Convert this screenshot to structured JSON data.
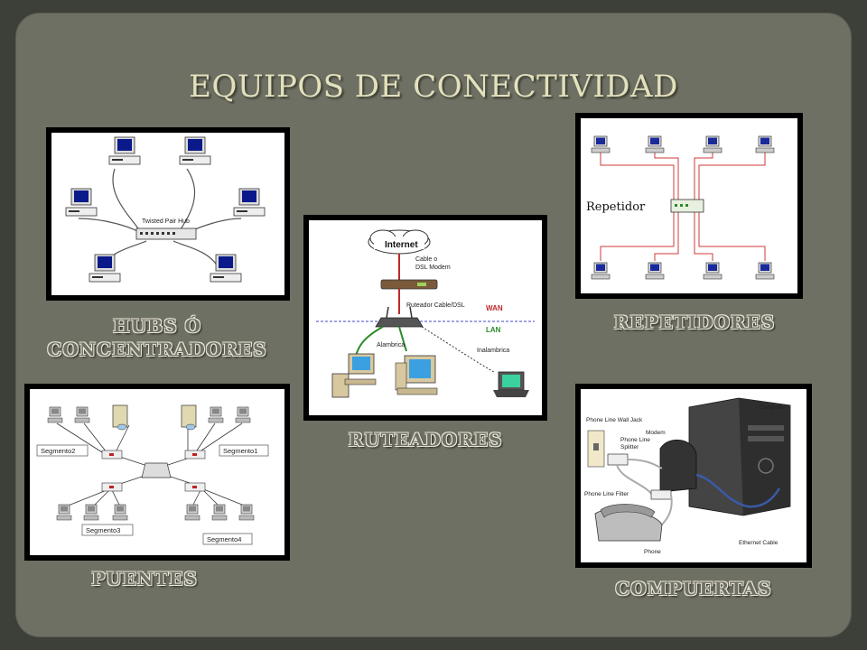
{
  "title": "EQUIPOS DE CONECTIVIDAD",
  "labels": {
    "hubs_line1": "HUBS Ó",
    "hubs_line2": "CONCENTRADORES",
    "repetidores": "REPETIDORES",
    "ruteadores": "RUTEADORES",
    "puentes": "PUENTES",
    "compuertas": "COMPUERTAS"
  },
  "hubs_diagram": {
    "hub_label": "Twisted Pair Hub"
  },
  "repeater_diagram": {
    "repeater_label": "Repetidor"
  },
  "router_diagram": {
    "internet": "Internet",
    "modem_line1": "Cable o",
    "modem_line2": "DSL Modem",
    "router_label": "Ruteador Cable/DSL",
    "wan": "WAN",
    "lan": "LAN",
    "wired": "Alambrica",
    "wireless": "Inalambrica"
  },
  "bridge_diagram": {
    "segments": [
      "Segmento2",
      "Segmento1",
      "Segmento3",
      "Segmento4"
    ]
  },
  "gateway_diagram": {
    "computer": "Computer",
    "wall_jack": "Phone Line Wall Jack",
    "modem": "Modem",
    "splitter_line1": "Phone Line",
    "splitter_line2": "Splitter",
    "filter": "Phone Line Filter",
    "phone": "Phone",
    "ethernet": "Ethernet Cable"
  },
  "colors": {
    "background": "#3d3f39",
    "slide": "#6f7064",
    "title": "#e3e1bd",
    "repeater_cable": "#d03a3a",
    "wan": "#c0282a",
    "lan": "#2a8a2a"
  }
}
